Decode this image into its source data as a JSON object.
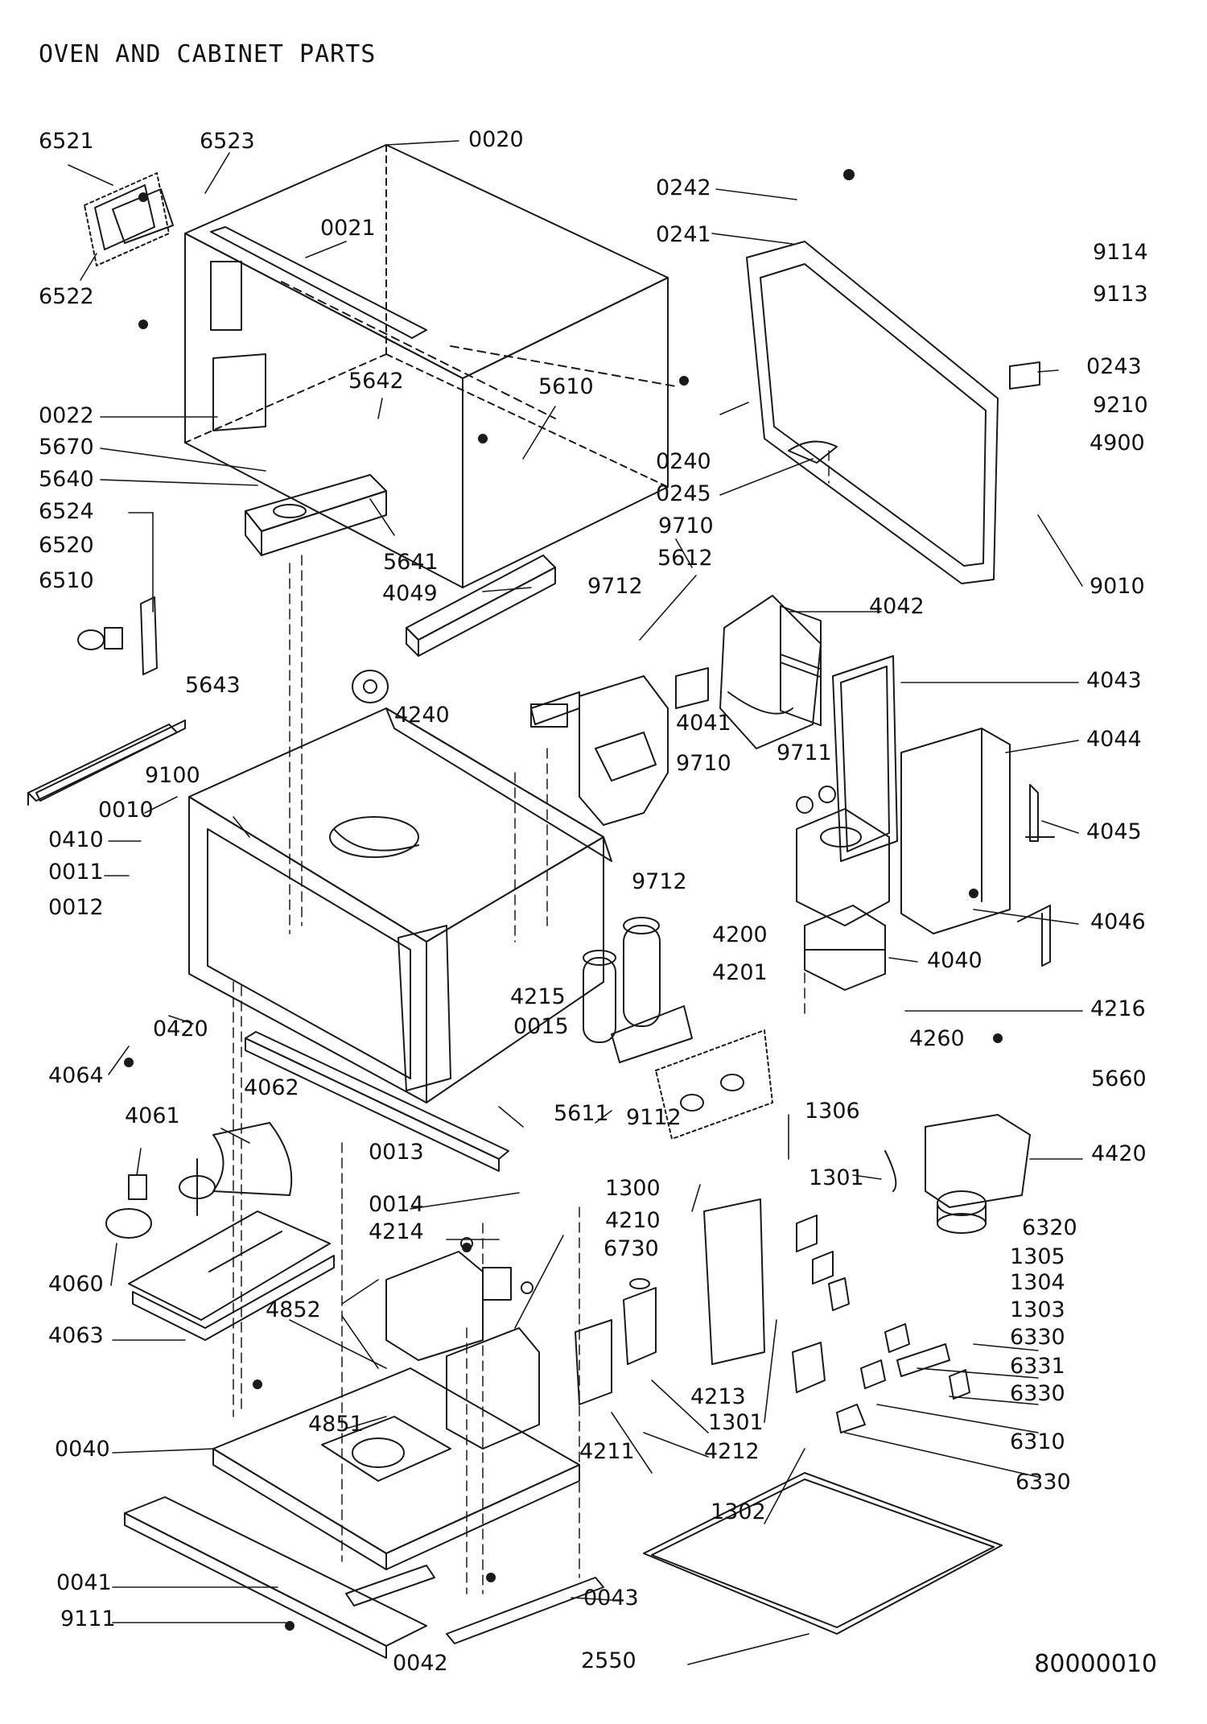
{
  "page": {
    "title": "OVEN AND CABINET PARTS",
    "document_number": "80000010"
  },
  "labels": [
    "6521",
    "6523",
    "0020",
    "0021",
    "6522",
    "0242",
    "0241",
    "9114",
    "9113",
    "0243",
    "9210",
    "4900",
    "0240",
    "0245",
    "9010",
    "0022",
    "5670",
    "5640",
    "6524",
    "6520",
    "6510",
    "5642",
    "5610",
    "5641",
    "4049",
    "9710",
    "5612",
    "9712",
    "4042",
    "4043",
    "4044",
    "4045",
    "4046",
    "4040",
    "4216",
    "5643",
    "4240",
    "4041",
    "9100",
    "9710",
    "9711",
    "0010",
    "0410",
    "0011",
    "0012",
    "9712",
    "4200",
    "4201",
    "4215",
    "0015",
    "4260",
    "5660",
    "0420",
    "4064",
    "4062",
    "4061",
    "5611",
    "9112",
    "1306",
    "4420",
    "4060",
    "0013",
    "0014",
    "4214",
    "4210",
    "6730",
    "1300",
    "1301",
    "6320",
    "1305",
    "1304",
    "1303",
    "4063",
    "4852",
    "6330",
    "6331",
    "6330",
    "4851",
    "4213",
    "1301",
    "6310",
    "0040",
    "4211",
    "4212",
    "6330",
    "1302",
    "0041",
    "0043",
    "9111",
    "0042",
    "2550"
  ]
}
